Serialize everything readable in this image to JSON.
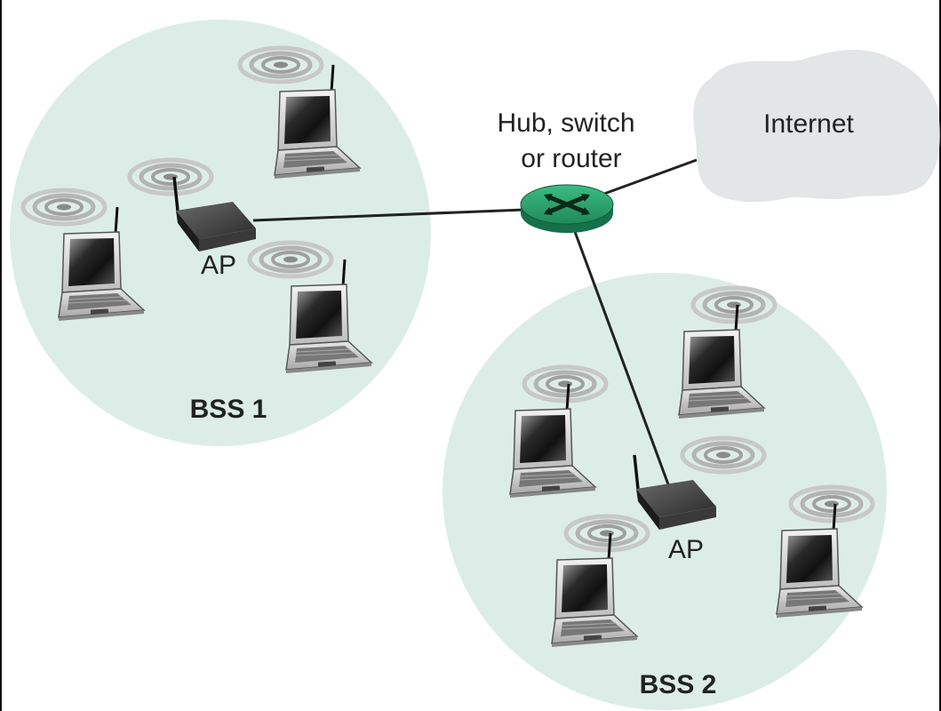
{
  "labels": {
    "hub_line1": "Hub, switch",
    "hub_line2": "or router",
    "internet": "Internet",
    "ap1": "AP",
    "ap2": "AP",
    "bss1": "BSS 1",
    "bss2": "BSS 2"
  },
  "colors": {
    "bss_fill": "#dcede8",
    "cloud_fill": "#e2e6e6",
    "router_green": "#1f8a5a",
    "link": "#222222"
  },
  "icons": {
    "laptop": "laptop-icon",
    "access_point": "access-point-icon",
    "router": "router-icon",
    "cloud": "internet-cloud-icon",
    "signal": "wireless-signal-icon"
  }
}
